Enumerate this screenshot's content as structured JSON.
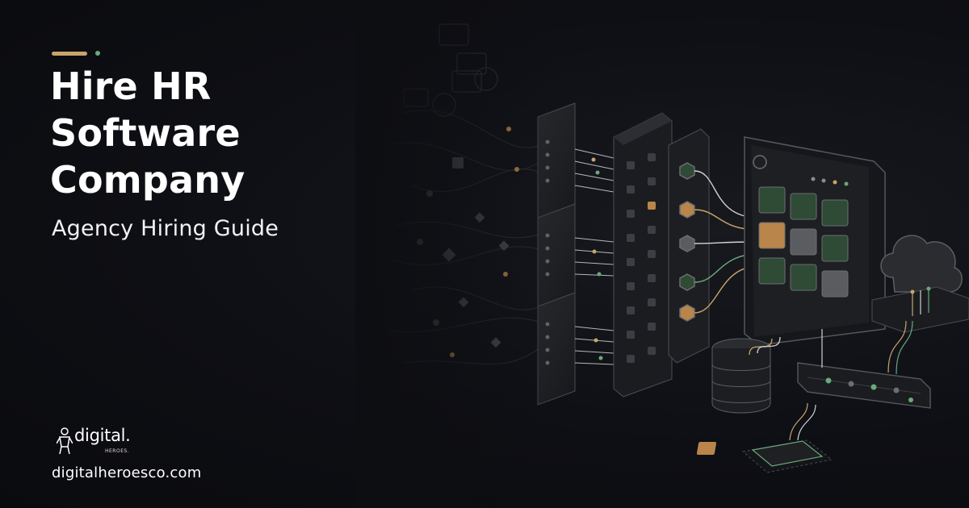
{
  "headline": {
    "lines": [
      "Hire HR",
      "Software",
      "Company"
    ],
    "subtitle": "Agency Hiring Guide"
  },
  "brand": {
    "logo_word": "digital.",
    "logo_sub": "HEROES.",
    "website": "digitalheroesco.com"
  },
  "colors": {
    "background": "#0d0e12",
    "accent_gold": "#c9a56a",
    "accent_green": "#6aa97a",
    "tile_green": "#2f4a35",
    "tile_orange": "#b9854a",
    "tile_gray": "#5a5c60"
  },
  "icons": [
    "cloud-icon",
    "database-icon",
    "chip-icon",
    "server-rack-icon"
  ]
}
